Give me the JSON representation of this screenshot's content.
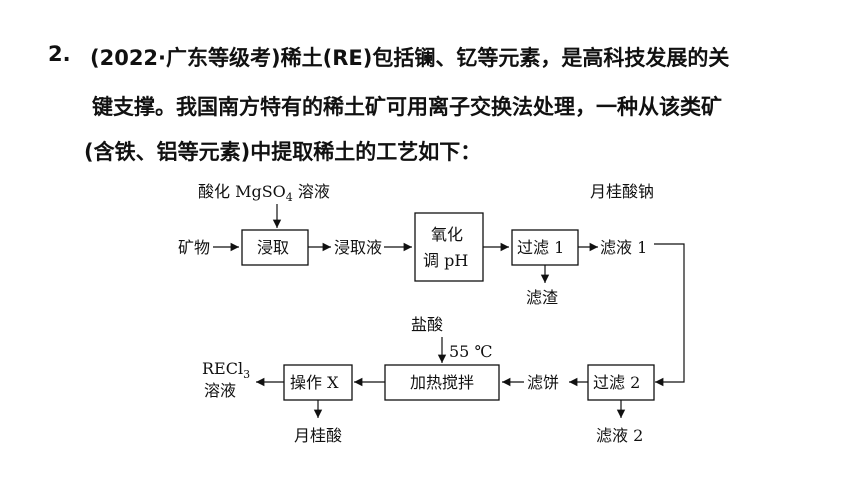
{
  "question": {
    "number": "2.",
    "line1": "(2022·广东等级考)稀土(RE)包括镧、钇等元素，是高科技发展的关",
    "line2": "键支撑。我国南方特有的稀土矿可用离子交换法处理，一种从该类矿",
    "line3": "(含铁、铝等元素)中提取稀土的工艺如下："
  },
  "flow": {
    "input_top_1": "酸化 MgSO",
    "input_top_1_sub": "4",
    "input_top_1_tail": " 溶液",
    "mineral": "矿物",
    "box_leach": "浸取",
    "leachate": "浸取液",
    "box_oxidize_line1": "氧化",
    "box_oxidize_line2": "调 pH",
    "box_filter1": "过滤 1",
    "filtrate1": "滤液 1",
    "residue": "滤渣",
    "reagent_top_right": "月桂酸钠",
    "box_filter2": "过滤 2",
    "filtrate2": "滤液 2",
    "filter_cake": "滤饼",
    "reagent_hcl": "盐酸",
    "temperature": "55 ℃",
    "box_heat": "加热搅拌",
    "box_opx": "操作 X",
    "product_line1": "RECl",
    "product_line1_sub": "3",
    "product_line2": "溶液",
    "byproduct": "月桂酸"
  }
}
